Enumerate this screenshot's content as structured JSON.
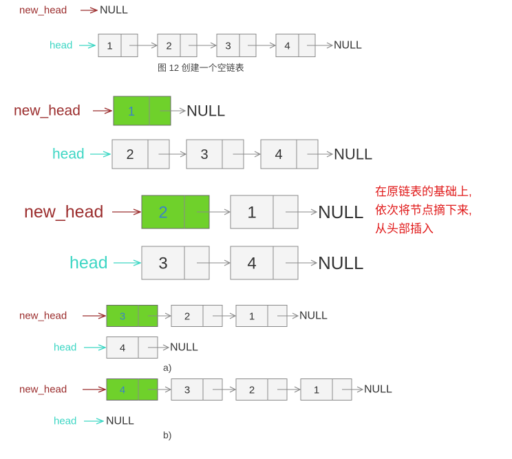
{
  "labels": {
    "new_head": "new_head",
    "head": "head",
    "null": "NULL"
  },
  "captions": {
    "fig12": "图 12 创建一个空链表",
    "a": "a)",
    "b": "b)"
  },
  "note": [
    "在原链表的基础上,",
    "依次将节点摘下来,",
    "从头部插入"
  ],
  "colors": {
    "new_head_label": "#9b2d2d",
    "head_label": "#3dd6c4",
    "highlight_node": "#6fd12b",
    "highlight_text": "#3b82c6",
    "note_text": "#e01818"
  },
  "diagrams": [
    {
      "new_head": [],
      "head": [
        "1",
        "2",
        "3",
        "4"
      ]
    },
    {
      "new_head": [
        "1"
      ],
      "head": [
        "2",
        "3",
        "4"
      ]
    },
    {
      "new_head": [
        "2",
        "1"
      ],
      "head": [
        "3",
        "4"
      ]
    },
    {
      "new_head": [
        "3",
        "2",
        "1"
      ],
      "head": [
        "4"
      ]
    },
    {
      "new_head": [
        "4",
        "3",
        "2",
        "1"
      ],
      "head": []
    }
  ]
}
